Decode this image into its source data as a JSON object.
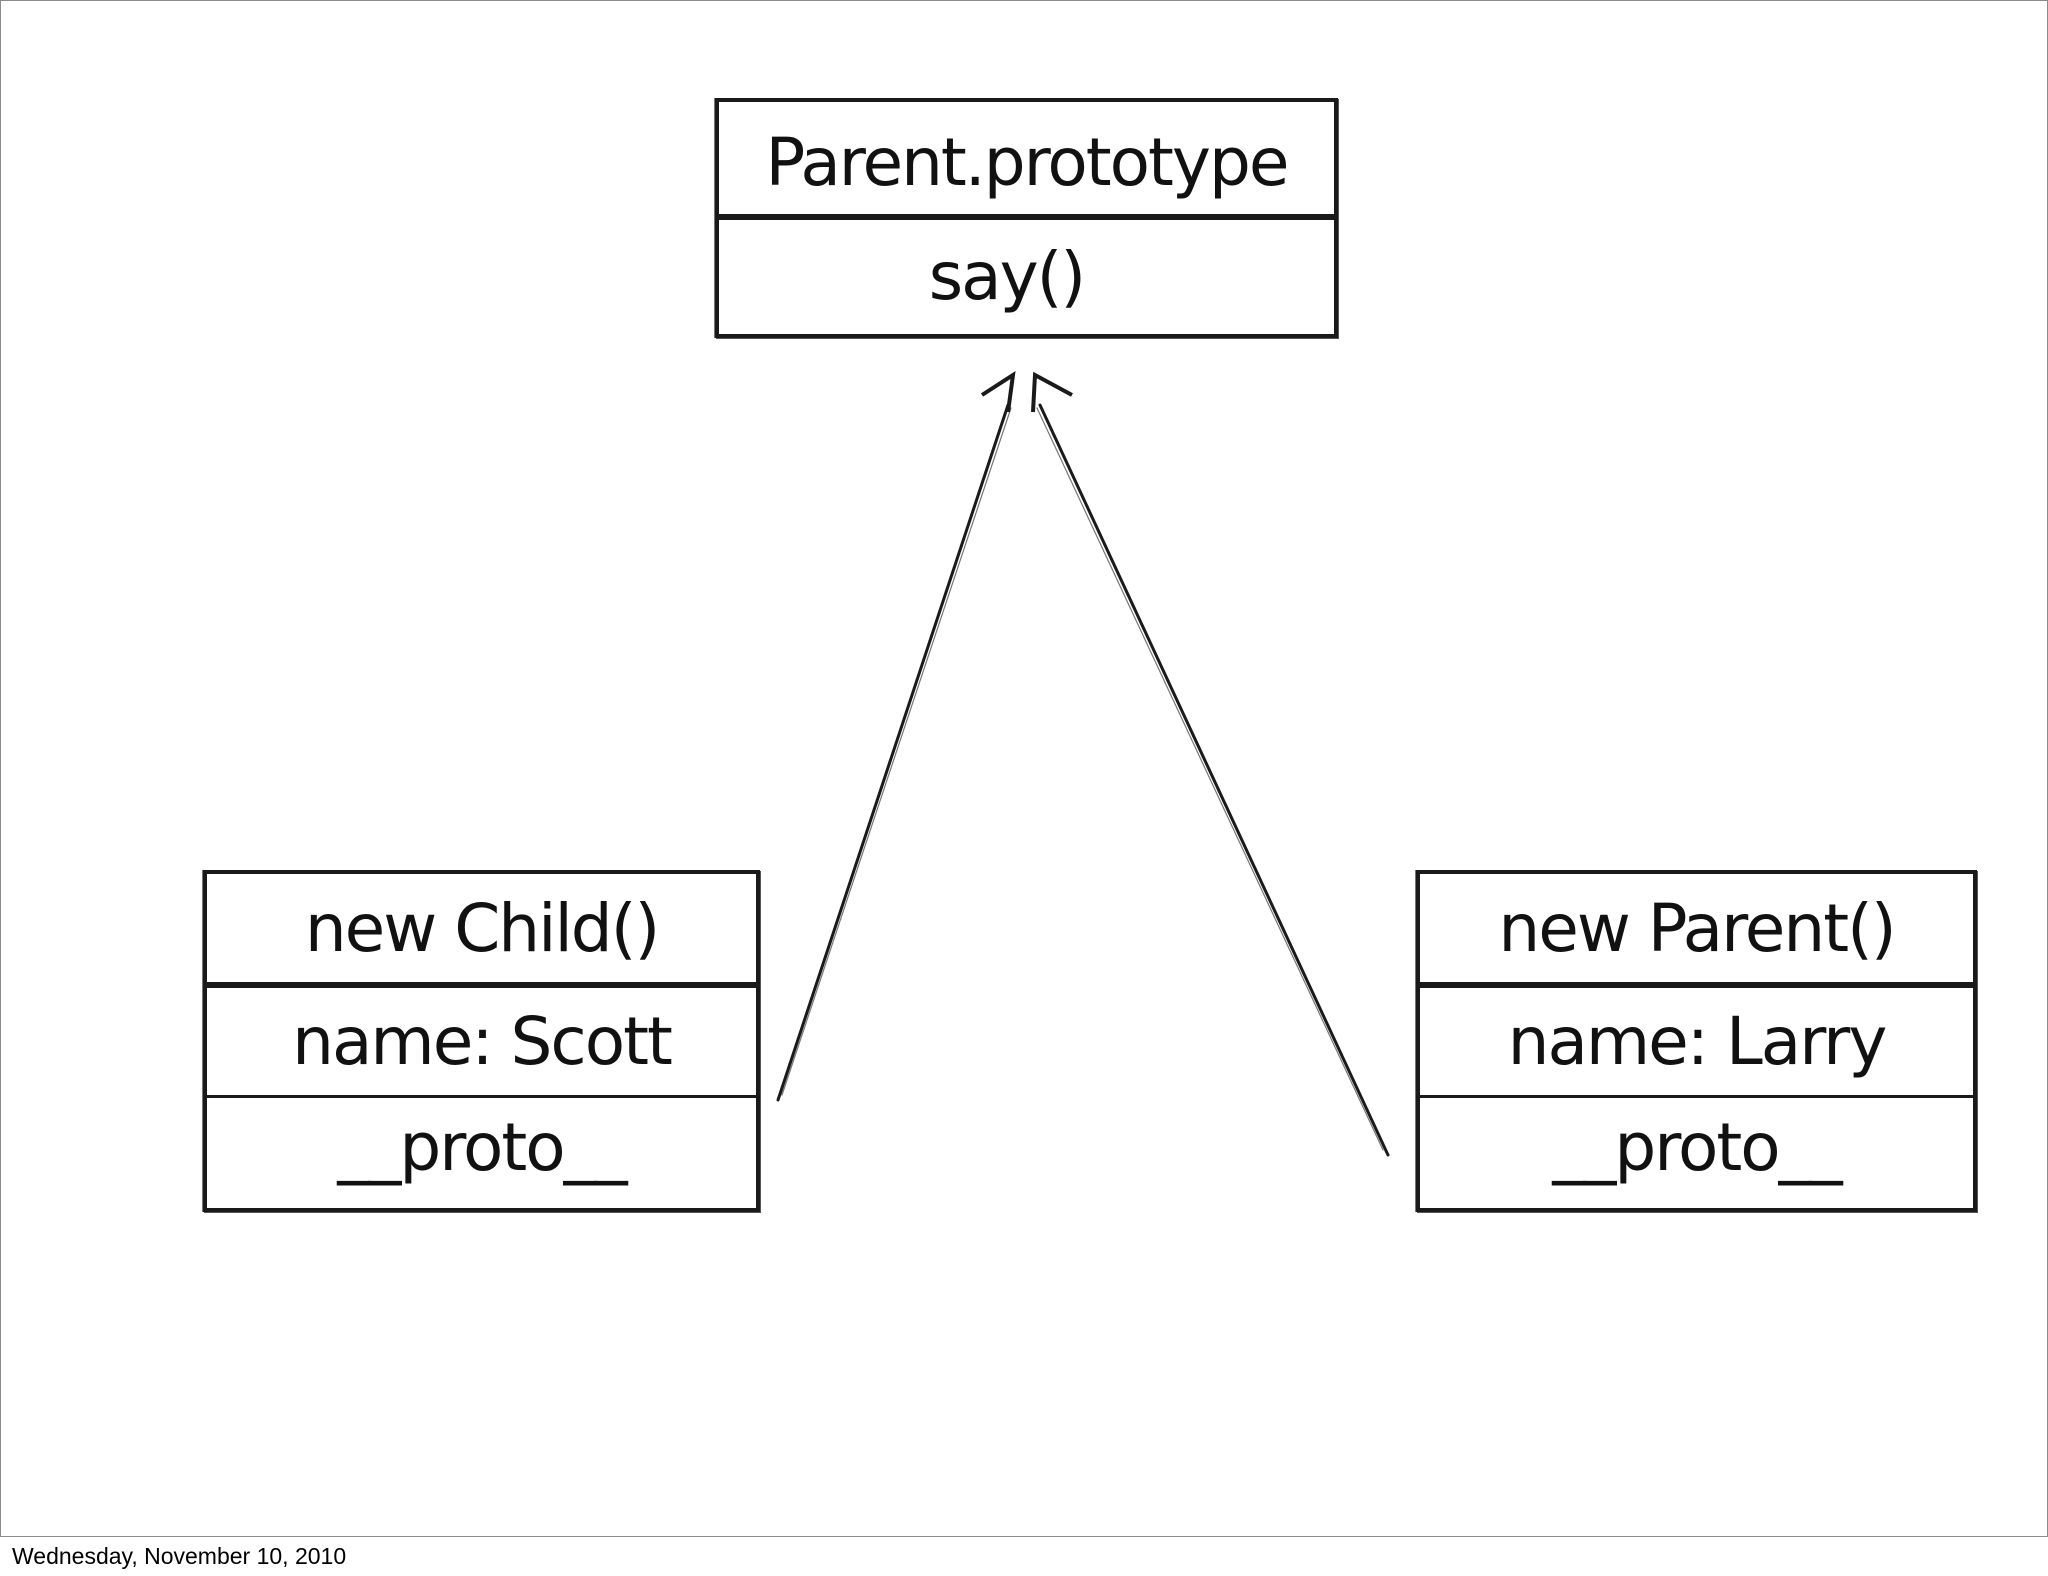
{
  "diagram": {
    "prototype_box": {
      "title": "Parent.prototype",
      "member": "say()"
    },
    "child_box": {
      "title": "new Child()",
      "property": "name: Scott",
      "link": "__proto__"
    },
    "parent_box": {
      "title": "new Parent()",
      "property": "name: Larry",
      "link": "__proto__"
    },
    "arrows": [
      {
        "from": "child_box",
        "to": "prototype_box",
        "icon": "arrow-up-icon"
      },
      {
        "from": "parent_box",
        "to": "prototype_box",
        "icon": "arrow-up-icon"
      }
    ],
    "colors": {
      "ink": "#1a1a1a",
      "background": "#ffffff"
    }
  },
  "footer": {
    "date": "Wednesday, November 10, 2010"
  }
}
